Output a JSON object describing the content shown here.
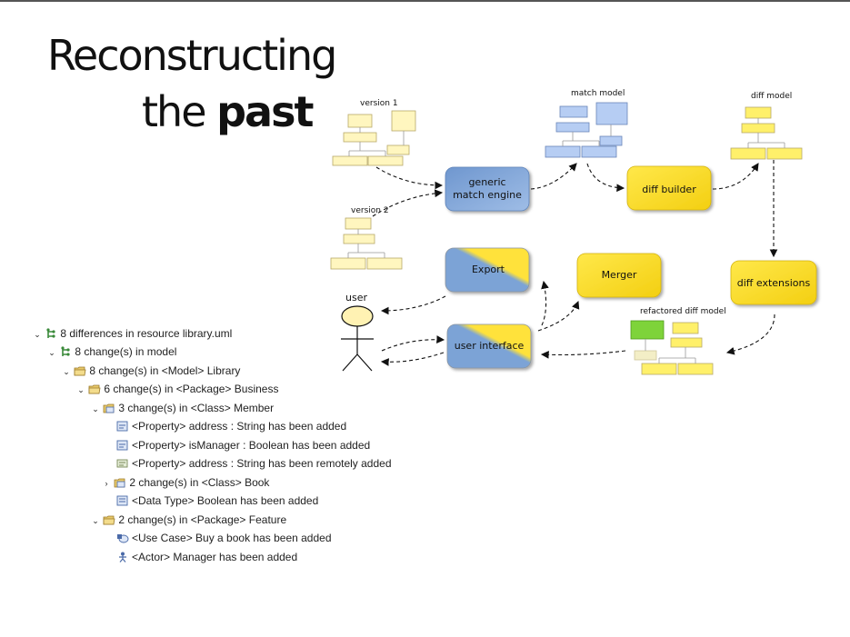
{
  "title": {
    "line1": "Reconstructing",
    "line2_pre": "the ",
    "line2_bold": "past"
  },
  "diagram": {
    "version1": "version 1",
    "version2": "version 2",
    "match_model": "match model",
    "diff_model": "diff model",
    "refactored": "refactored diff model",
    "user": "user",
    "engine_line1": "generic",
    "engine_line2": "match engine",
    "diff_builder": "diff builder",
    "diff_extensions": "diff extensions",
    "export": "Export",
    "merger": "Merger",
    "user_interface": "user interface",
    "colors": {
      "blue": "#7ba3d6",
      "yellow": "#ffe23a",
      "green": "#7ed33a"
    }
  },
  "tree": [
    {
      "text": "8 differences in resource library.uml",
      "expanded": true,
      "icon": "diff-tree-icon"
    },
    {
      "text": "8 change(s) in model",
      "expanded": true,
      "icon": "diff-tree-icon"
    },
    {
      "text": "8 change(s) in <Model> Library",
      "expanded": true,
      "icon": "folder-icon"
    },
    {
      "text": "6 change(s) in <Package> Business",
      "expanded": true,
      "icon": "folder-icon"
    },
    {
      "text": "3 change(s) in <Class> Member",
      "expanded": true,
      "icon": "class-icon"
    },
    {
      "text": "<Property> address : String has been added",
      "expanded": null,
      "icon": "property-added-icon"
    },
    {
      "text": "<Property> isManager : Boolean has been added",
      "expanded": null,
      "icon": "property-added-icon"
    },
    {
      "text": "<Property> address : String has been remotely added",
      "expanded": null,
      "icon": "property-remote-icon"
    },
    {
      "text": "2 change(s) in <Class> Book",
      "expanded": false,
      "icon": "class-icon"
    },
    {
      "text": "<Data Type> Boolean has been added",
      "expanded": null,
      "icon": "datatype-icon"
    },
    {
      "text": "2 change(s) in <Package> Feature",
      "expanded": true,
      "icon": "folder-icon"
    },
    {
      "text": "<Use Case> Buy a book has been added",
      "expanded": null,
      "icon": "usecase-icon"
    },
    {
      "text": "<Actor> Manager has been added",
      "expanded": null,
      "icon": "actor-icon"
    }
  ]
}
